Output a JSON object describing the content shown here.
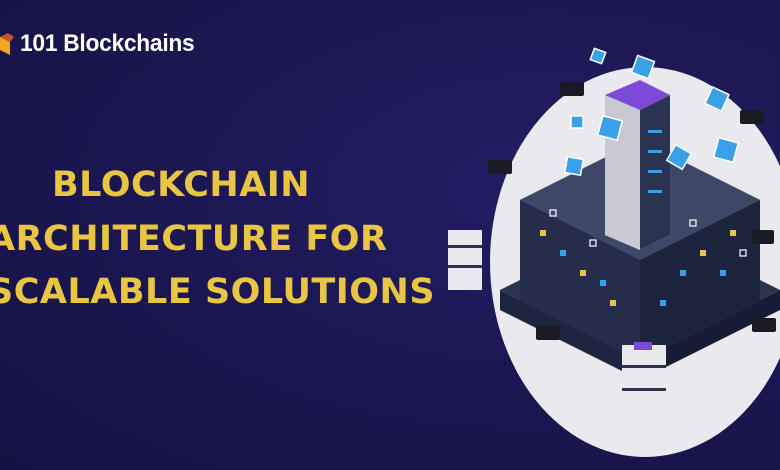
{
  "brand": {
    "name": "101 Blockchains"
  },
  "headline": {
    "lines": [
      "BLOCKCHAIN",
      "ARCHITECTURE FOR",
      "SCALABLE SOLUTIONS"
    ]
  },
  "colors": {
    "background": "#1b1650",
    "headline": "#e9c544",
    "logo_text": "#ffffff",
    "accent_blue": "#3aa0e8",
    "accent_yellow": "#e9c544"
  },
  "illustration": {
    "icon": "blockchain-server-tower-icon"
  }
}
